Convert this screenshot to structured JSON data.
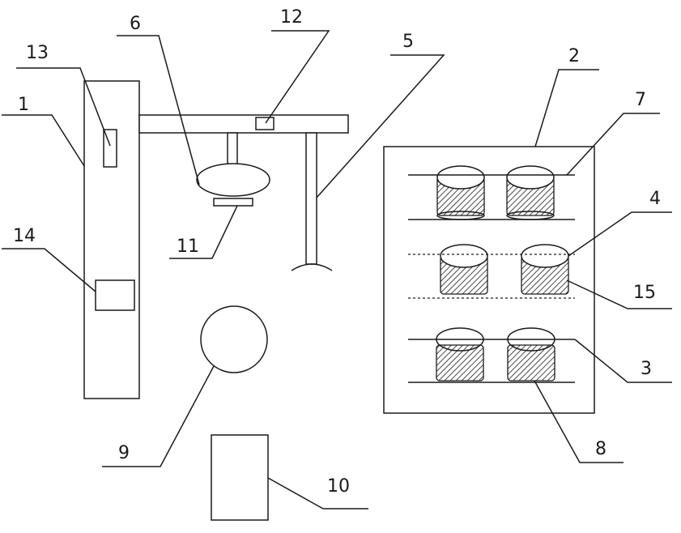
{
  "labels": {
    "l1": "1",
    "l2": "2",
    "l3": "3",
    "l4": "4",
    "l5": "5",
    "l6": "6",
    "l7": "7",
    "l8": "8",
    "l9": "9",
    "l10": "10",
    "l11": "11",
    "l12": "12",
    "l13": "13",
    "l14": "14",
    "l15": "15"
  }
}
